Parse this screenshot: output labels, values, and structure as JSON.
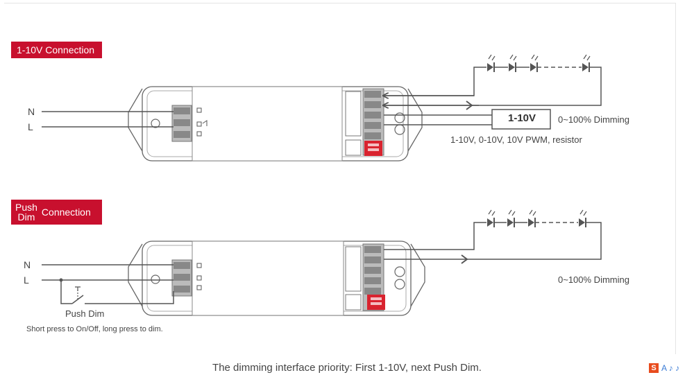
{
  "top_section": {
    "badge": "1-10V Connection",
    "line_n": "N",
    "line_l": "L",
    "input_box": "1-10V",
    "dimming_text": "0~100% Dimming",
    "signal_types": "1-10V, 0-10V, 10V PWM, resistor"
  },
  "bottom_section": {
    "badge_stack_top": "Push",
    "badge_stack_bottom": "Dim",
    "badge_side": "Connection",
    "line_n": "N",
    "line_l": "L",
    "push_dim_label": "Push Dim",
    "dimming_text": "0~100% Dimming",
    "note": "Short press to On/Off, long press to dim."
  },
  "footer": {
    "caption": "The dimming interface priority: First  1-10V, next Push Dim.",
    "logo_letter": "S",
    "logo_text": "A ♪ ♪"
  },
  "colors": {
    "accent": "#c8102e",
    "line": "#555555",
    "box_outline": "#666666"
  }
}
